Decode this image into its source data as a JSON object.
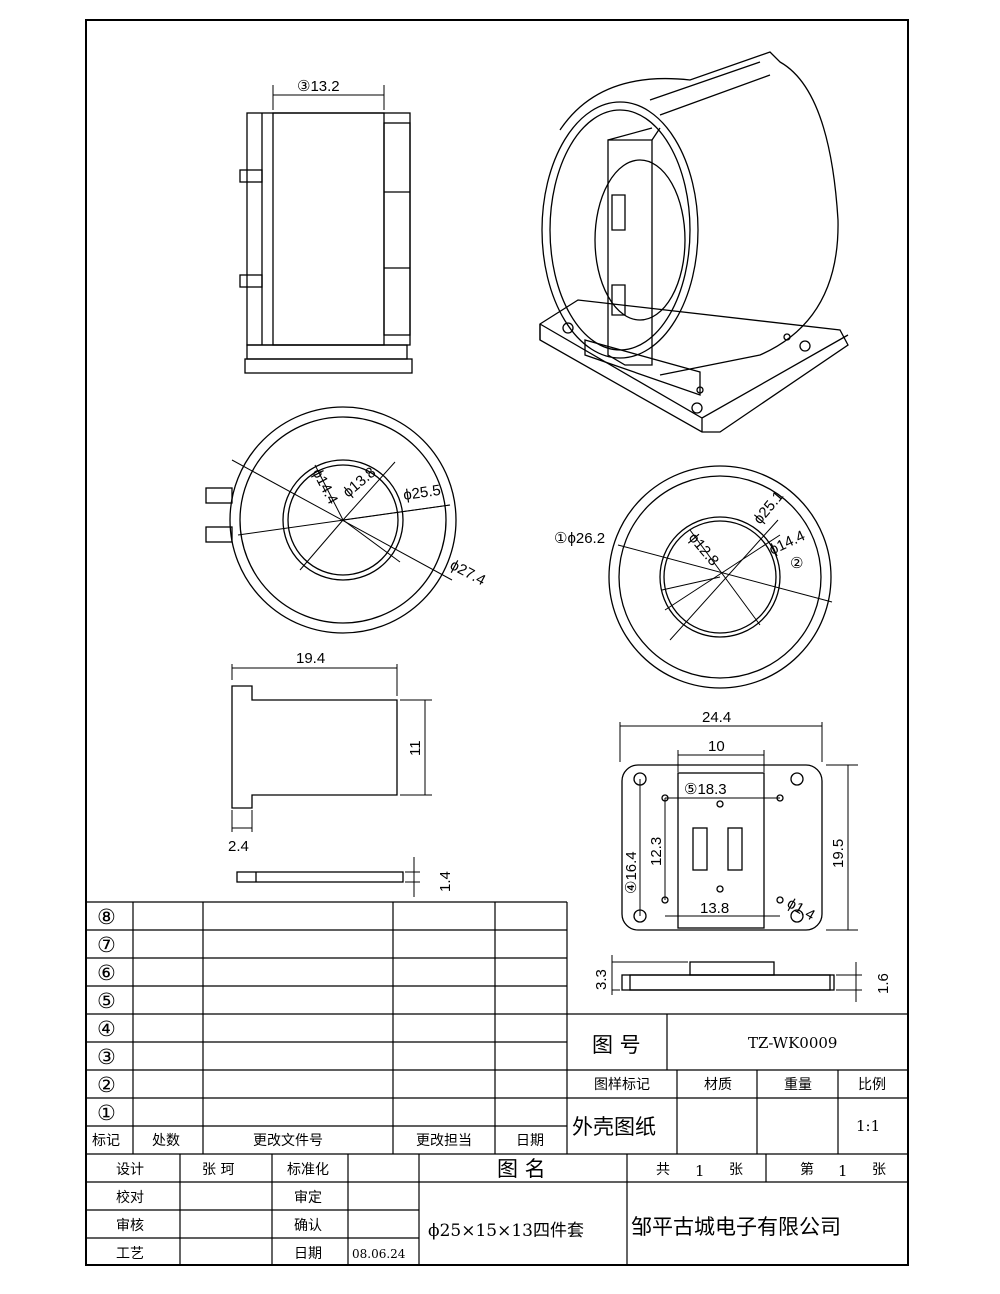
{
  "drawing": {
    "views": {
      "side": {
        "width_label": "③13.2"
      },
      "front_circle": {
        "d1": "ϕ14.4",
        "d2": "ϕ13.8",
        "d3": "ϕ25.5",
        "d4": "ϕ27.4"
      },
      "back_circle": {
        "d1_label": "①ϕ26.2",
        "d2": "ϕ25.1",
        "d3": "ϕ12.8",
        "d4": "ϕ14.4",
        "d4_mark": "②"
      },
      "sleeve": {
        "length": "19.4",
        "height": "11",
        "step": "2.4",
        "plate_t": "1.4"
      },
      "base": {
        "width": "24.4",
        "slot_w": "10",
        "inner_w": "⑤18.3",
        "depth": "19.5",
        "inner_depth": "④16.4",
        "hole_pitch": "12.3",
        "hole_span": "13.8",
        "hole_d": "ϕ1.4",
        "h_total": "3.3",
        "h_plate": "1.6"
      }
    }
  },
  "revision_table": {
    "rows": [
      "⑧",
      "⑦",
      "⑥",
      "⑤",
      "④",
      "③",
      "②",
      "①"
    ],
    "headers": [
      "标记",
      "处数",
      "更改文件号",
      "更改担当",
      "日期"
    ]
  },
  "title_block": {
    "drawing_no_label": "图 号",
    "drawing_no": "TZ-WK0009",
    "cols": [
      "图样标记",
      "材质",
      "重量",
      "比例"
    ],
    "drawing_title": "外壳图纸",
    "scale": "1:1",
    "name_label": "图 名",
    "total_label": "共",
    "total": "1",
    "sheet_unit": "张",
    "sheet_label": "第",
    "sheet": "1",
    "sheet_unit2": "张",
    "product": "ϕ25×15×13四件套",
    "company": "邹平古城电子有限公司",
    "roles": [
      {
        "label": "设计",
        "value": "张 珂"
      },
      {
        "label": "校对",
        "value": ""
      },
      {
        "label": "审核",
        "value": ""
      },
      {
        "label": "工艺",
        "value": ""
      }
    ],
    "approvals": [
      {
        "label": "标准化",
        "value": ""
      },
      {
        "label": "审定",
        "value": ""
      },
      {
        "label": "确认",
        "value": ""
      },
      {
        "label": "日期",
        "value": "08.06.24"
      }
    ]
  }
}
